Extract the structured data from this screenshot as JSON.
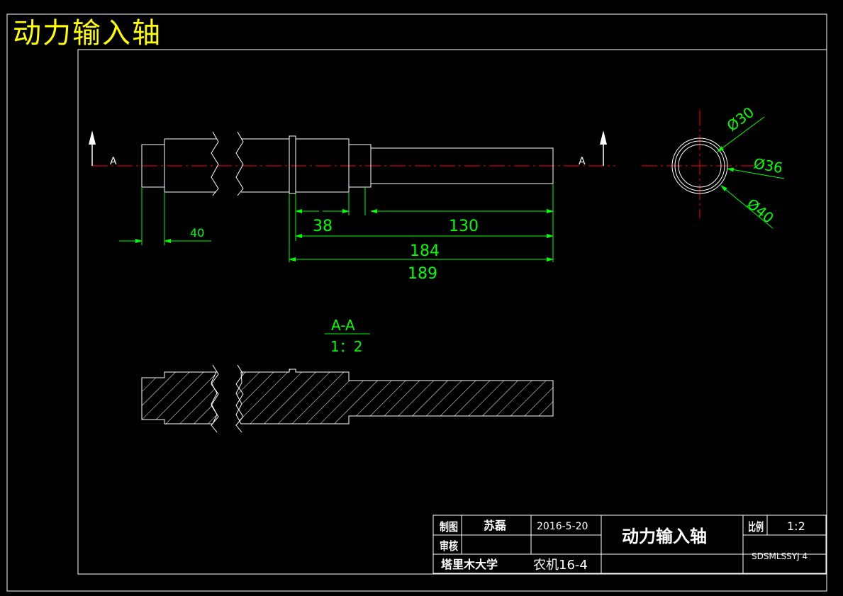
{
  "header": {
    "title": "动力输入轴"
  },
  "colors": {
    "background": "#000000",
    "outline": "#ffffff",
    "dimension": "#00ff00",
    "centerline": "#ff0000",
    "title": "#ffff00"
  },
  "main_view": {
    "section_mark_left": "A",
    "section_mark_right": "A",
    "dimensions": {
      "d40": "40",
      "d38": "38",
      "d130": "130",
      "d184": "184",
      "d189": "189"
    }
  },
  "end_view": {
    "diameters": {
      "d30": "Ø30",
      "d36": "Ø36",
      "d40": "Ø40"
    }
  },
  "section_view": {
    "label": "A-A",
    "scale": "1：2"
  },
  "title_block": {
    "label_drawn": "制图",
    "label_checked": "审核",
    "drawer": "苏磊",
    "date": "2016-5-20",
    "part_name": "动力输入轴",
    "label_scale": "比例",
    "scale_value": "1:2",
    "school": "塔里木大学",
    "class": "农机16-4",
    "drawing_number": "SDSMLSSYJ 4"
  }
}
